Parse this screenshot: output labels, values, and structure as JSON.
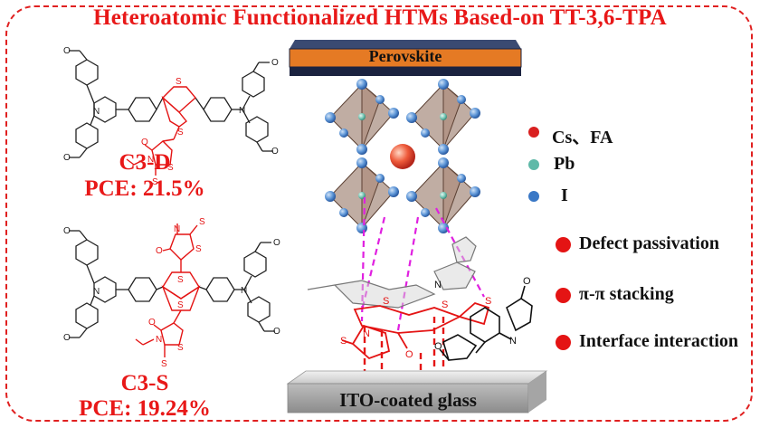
{
  "title": "Heteroatomic Functionalized HTMs Based-on TT-3,6-TPA",
  "molecules": [
    {
      "name": "C3-D",
      "pce": "PCE: 21.5%"
    },
    {
      "name": "C3-S",
      "pce": "PCE: 19.24%"
    }
  ],
  "layers": {
    "top": "Perovskite",
    "bottom": "ITO-coated glass"
  },
  "legend": [
    {
      "label": "Cs、FA",
      "color": "#d92020"
    },
    {
      "label": "Pb",
      "color": "#5fb9a8"
    },
    {
      "label": "I",
      "color": "#3a78c6"
    }
  ],
  "interactions": [
    "Defect passivation",
    "π-π stacking",
    "Interface interaction"
  ],
  "atom_labels": {
    "sulfur": "S",
    "nitrogen": "N",
    "oxygen": "O"
  }
}
